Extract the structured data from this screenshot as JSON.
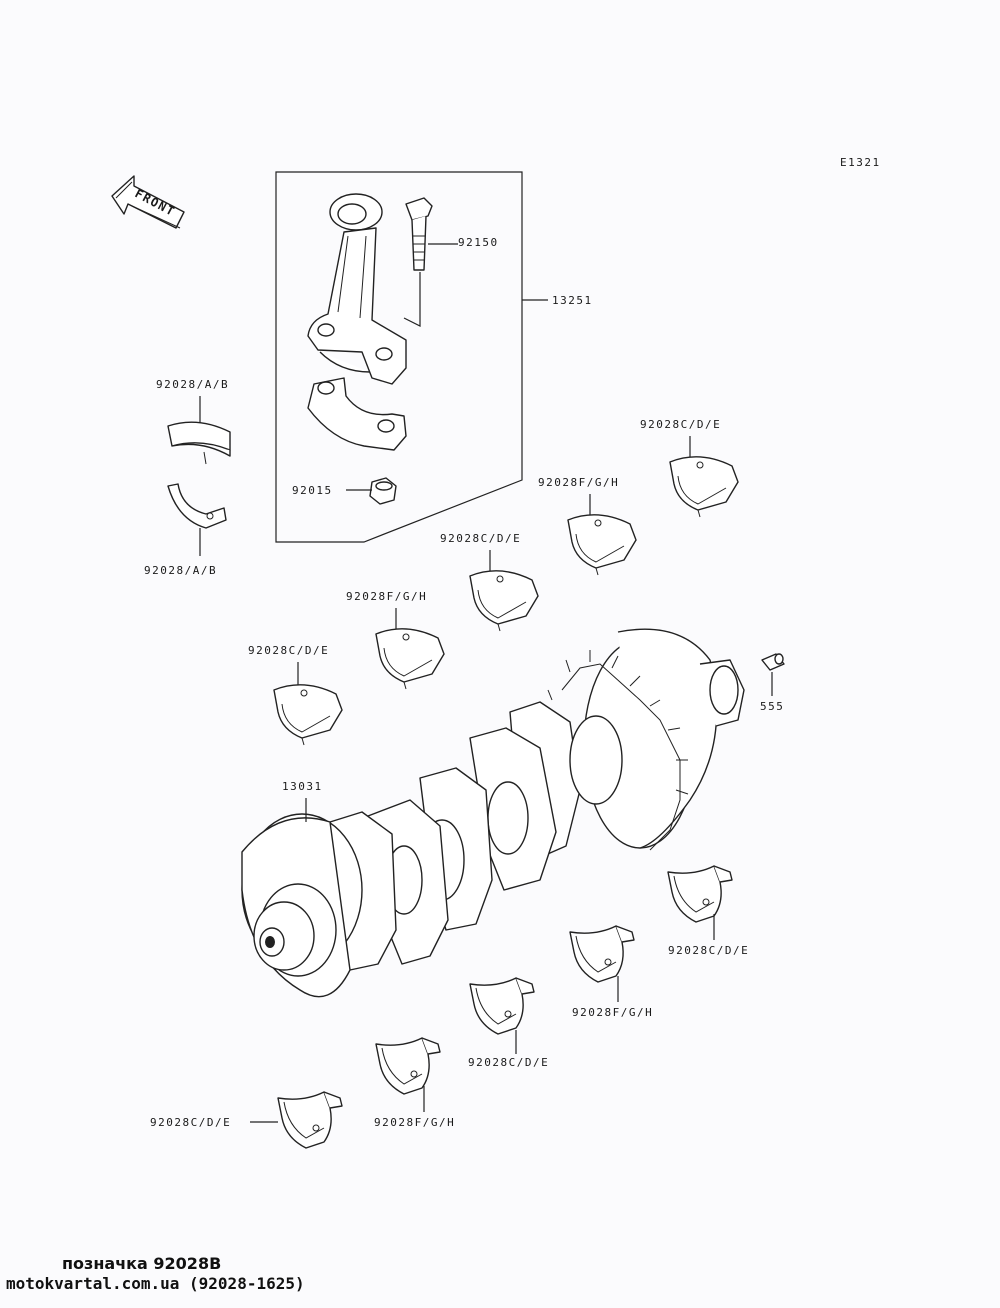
{
  "diagram_code": "E1321",
  "front_label": "FRONT",
  "labels": {
    "p92150": "92150",
    "p13251": "13251",
    "p92028ab_top": "92028/A/B",
    "p92028ab_bot": "92028/A/B",
    "p92015": "92015",
    "p92028cde_1": "92028C/D/E",
    "p92028fgh_1": "92028F/G/H",
    "p92028cde_2": "92028C/D/E",
    "p92028fgh_2": "92028F/G/H",
    "p92028cde_3": "92028C/D/E",
    "p555": "555",
    "p13031": "13031",
    "p92028cde_4": "92028C/D/E",
    "p92028fgh_3": "92028F/G/H",
    "p92028cde_5": "92028C/D/E",
    "p92028fgh_4": "92028F/G/H",
    "p92028cde_6": "92028C/D/E"
  },
  "footer": {
    "line1": "позначка 92028В",
    "line2": "motokvartal.com.ua (92028-1625)"
  }
}
